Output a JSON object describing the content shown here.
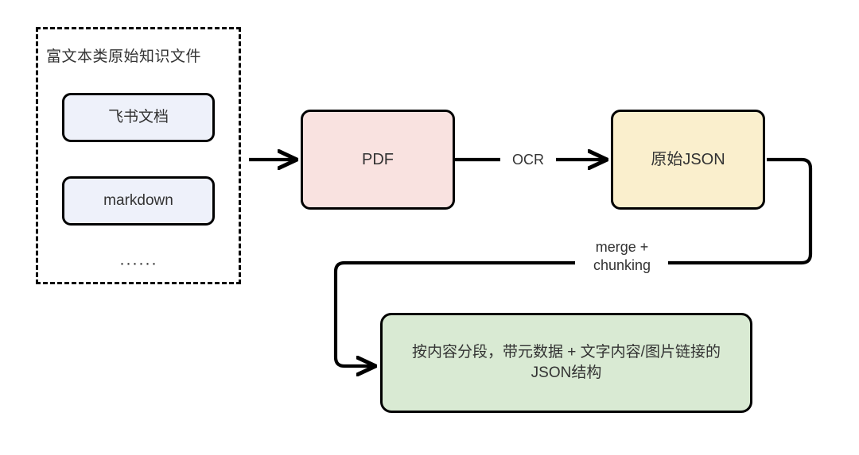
{
  "diagram": {
    "background": "#ffffff",
    "stroke": "#000000",
    "text_color": "#333333",
    "group": {
      "title": "富文本类原始知识文件",
      "border_style": "dashed",
      "items": [
        {
          "label": "飞书文档",
          "fill": "#eef1fa"
        },
        {
          "label": "markdown",
          "fill": "#eef1fa"
        }
      ],
      "ellipsis": "······"
    },
    "nodes": [
      {
        "id": "pdf",
        "label": "PDF",
        "fill": "#f9e2e0"
      },
      {
        "id": "raw-json",
        "label": "原始JSON",
        "fill": "#faefcd"
      },
      {
        "id": "chunked-json",
        "label": "按内容分段，带元数据 + 文字内容/图片链接的JSON结构",
        "fill": "#d9ead3"
      }
    ],
    "edges": [
      {
        "id": "group-to-pdf",
        "label": ""
      },
      {
        "id": "pdf-to-json",
        "label": "OCR"
      },
      {
        "id": "json-to-chunks",
        "label_line1": "merge +",
        "label_line2": "chunking"
      }
    ]
  }
}
